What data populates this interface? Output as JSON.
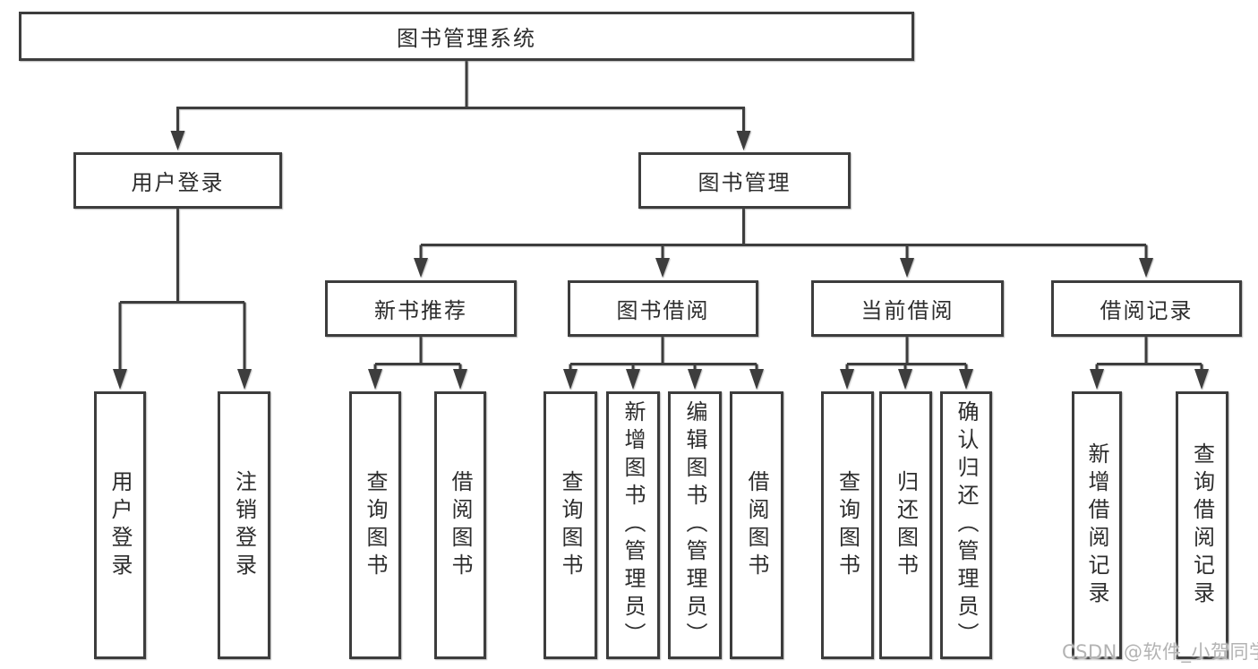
{
  "title": "图书管理系统",
  "tree": {
    "label": "图书管理系统",
    "children": [
      {
        "label": "用户登录",
        "children": [
          {
            "label": "用户登录"
          },
          {
            "label": "注销登录"
          }
        ]
      },
      {
        "label": "图书管理",
        "children": [
          {
            "label": "新书推荐",
            "children": [
              {
                "label": "查询图书"
              },
              {
                "label": "借阅图书"
              }
            ]
          },
          {
            "label": "图书借阅",
            "children": [
              {
                "label": "查询图书"
              },
              {
                "label": "新增图书（管理员）"
              },
              {
                "label": "编辑图书（管理员）"
              },
              {
                "label": "借阅图书"
              }
            ]
          },
          {
            "label": "当前借阅",
            "children": [
              {
                "label": "查询图书"
              },
              {
                "label": "归还图书"
              },
              {
                "label": "确认归还（管理员）"
              }
            ]
          },
          {
            "label": "借阅记录",
            "children": [
              {
                "label": "新增借阅记录"
              },
              {
                "label": "查询借阅记录"
              }
            ]
          }
        ]
      }
    ]
  },
  "watermark": {
    "text": "CSDN @软件_小贺同学",
    "color": "#b3b3b3"
  },
  "colors": {
    "line": "#3d3d3d",
    "box_border": "#3d3d3d",
    "text": "#2d2d2d",
    "background": "#ffffff"
  }
}
